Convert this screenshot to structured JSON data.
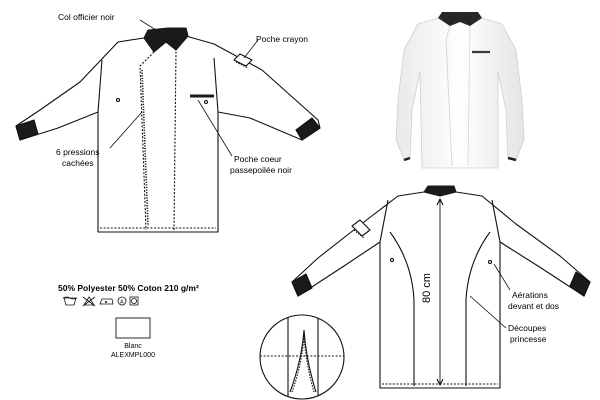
{
  "front_labels": {
    "collar": "Col officier noir",
    "pen_pocket": "Poche crayon",
    "snaps_line1": "6 pressions",
    "snaps_line2": "cachées",
    "chest_pocket_line1": "Poche coeur",
    "chest_pocket_line2": "passepoilée noir"
  },
  "back_labels": {
    "length": "80 cm",
    "vents_line1": "Aérations",
    "vents_line2": "devant et dos",
    "seams_line1": "Découpes",
    "seams_line2": "princesse"
  },
  "fabric": {
    "composition": "50% Polyester 50% Coton 210 g/m²",
    "care_icons": [
      "wash-40-icon",
      "no-bleach-icon",
      "iron-icon",
      "dry-clean-A-icon",
      "tumble-dry-icon"
    ]
  },
  "swatch": {
    "color_name": "Blanc",
    "reference": "ALEXMPL000",
    "color_hex": "#ffffff"
  },
  "colors": {
    "collar": "#1a1a1a",
    "piping": "#2b2b2b",
    "outline": "#111111",
    "fabric": "#ffffff"
  }
}
